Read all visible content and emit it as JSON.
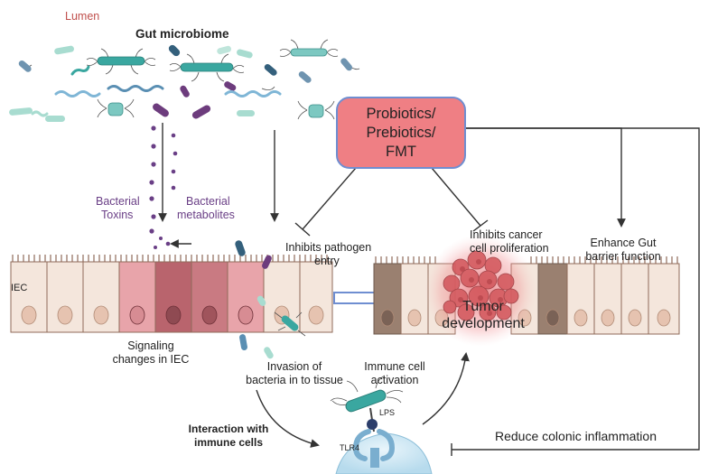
{
  "colors": {
    "lumen": "#c0504d",
    "toxins": "#6a3f86",
    "probiotics_fill": "#ef7f84",
    "probiotics_border": "#6f8ed1",
    "cell_fill": "#f4e6dc",
    "cell_pink": "#e8a4aa",
    "cell_dark": "#b9646d",
    "cell_brown": "#9a8070",
    "bacteria_teal": "#3aa7a0",
    "bacteria_purple": "#6d3c7d",
    "bacteria_mint": "#a8dcd0",
    "tumor": "#d45a5f"
  },
  "icons": [
    "gut-bacteria-icon",
    "tumor-cluster-icon",
    "tlr4-receptor-icon",
    "immune-cell-icon",
    "enlarge-arrow-icon"
  ],
  "labels": {
    "lumen": "Lumen",
    "gut_microbiome": "Gut microbiome",
    "probiotics_line1": "Probiotics/",
    "probiotics_line2": "Prebiotics/",
    "probiotics_line3": "FMT",
    "bacterial_toxins_line1": "Bacterial",
    "bacterial_toxins_line2": "Toxins",
    "bacterial_metabolites_line1": "Bacterial",
    "bacterial_metabolites_line2": "metabolites",
    "inhibits_pathogen_line1": "Inhibits pathogen",
    "inhibits_pathogen_line2": "entry",
    "inhibits_cancer_line1": "Inhibits cancer",
    "inhibits_cancer_line2": "cell proliferation",
    "enhance_gut_line1": "Enhance Gut",
    "enhance_gut_line2": "barrier function",
    "iec": "IEC",
    "tumor_line1": "Tumor",
    "tumor_line2": "development",
    "signaling_line1": "Signaling",
    "signaling_line2": "changes in IEC",
    "invasion_line1": "Invasion of",
    "invasion_line2": "bacteria in to tissue",
    "immune_activation_line1": "Immune cell",
    "immune_activation_line2": "activation",
    "lps": "LPS",
    "tlr4": "TLR4",
    "interaction_line1": "Interaction with",
    "interaction_line2": "immune cells",
    "reduce_inflammation": "Reduce colonic inflammation"
  }
}
